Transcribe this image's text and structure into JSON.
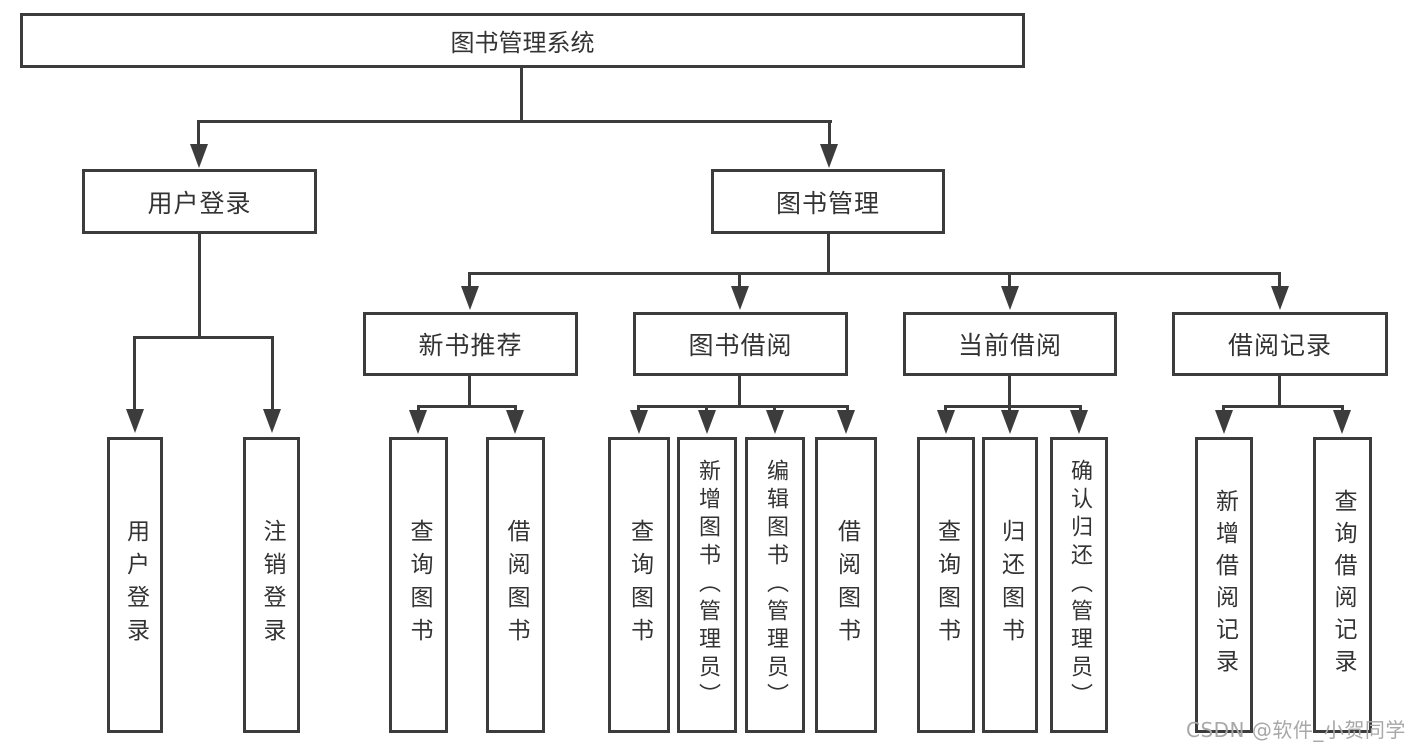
{
  "title": "图书管理系统",
  "level2": {
    "user_login": "用户登录",
    "book_mgmt": "图书管理"
  },
  "level3": {
    "new_books": "新书推荐",
    "book_borrow": "图书借阅",
    "current_borrow": "当前借阅",
    "borrow_records": "借阅记录"
  },
  "leaves": {
    "user_login": [
      "用户登录",
      "注销登录"
    ],
    "new_books": [
      "查询图书",
      "借阅图书"
    ],
    "book_borrow": [
      "查询图书",
      "新增图书（管理员）",
      "编辑图书（管理员）",
      "借阅图书"
    ],
    "current_borrow": [
      "查询图书",
      "归还图书",
      "确认归还（管理员）"
    ],
    "borrow_records": [
      "新增借阅记录",
      "查询借阅记录"
    ]
  },
  "watermark": "CSDN @软件_小贺同学",
  "colors": {
    "line": "#3c3c3c",
    "text": "#333333",
    "watermark_text": "#a8a8a8",
    "background": "#ffffff"
  }
}
